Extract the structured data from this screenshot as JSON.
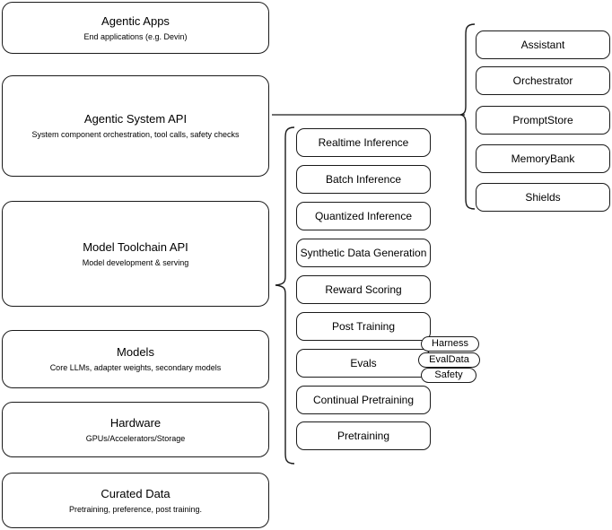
{
  "diagram": {
    "title": "Agentic AI stack architecture diagram",
    "stroke_color": "#1a1a1a",
    "background_color": "#ffffff"
  },
  "left_stack": {
    "name": "stack-layers",
    "layers": [
      {
        "id": "agentic-apps",
        "title": "Agentic Apps",
        "subtitle": "End applications (e.g. Devin)"
      },
      {
        "id": "agentic-system-api",
        "title": "Agentic System API",
        "subtitle": "System component orchestration, tool calls, safety checks"
      },
      {
        "id": "model-toolchain-api",
        "title": "Model Toolchain API",
        "subtitle": "Model development & serving"
      },
      {
        "id": "models",
        "title": "Models",
        "subtitle": "Core LLMs, adapter weights, secondary models"
      },
      {
        "id": "hardware",
        "title": "Hardware",
        "subtitle": "GPUs/Accelerators/Storage"
      },
      {
        "id": "curated-data",
        "title": "Curated Data",
        "subtitle": "Pretraining, preference, post training."
      }
    ]
  },
  "middle_column": {
    "name": "model-toolchain-capabilities",
    "items": [
      {
        "id": "realtime-inference",
        "label": "Realtime Inference"
      },
      {
        "id": "batch-inference",
        "label": "Batch Inference"
      },
      {
        "id": "quantized-inference",
        "label": "Quantized Inference"
      },
      {
        "id": "synthetic-data-generation",
        "label": "Synthetic Data Generation"
      },
      {
        "id": "reward-scoring",
        "label": "Reward Scoring"
      },
      {
        "id": "post-training",
        "label": "Post Training"
      },
      {
        "id": "evals",
        "label": "Evals"
      },
      {
        "id": "continual-pretraining",
        "label": "Continual Pretraining"
      },
      {
        "id": "pretraining",
        "label": "Pretraining"
      }
    ]
  },
  "right_column": {
    "name": "agentic-system-components",
    "items": [
      {
        "id": "assistant",
        "label": "Assistant"
      },
      {
        "id": "orchestrator",
        "label": "Orchestrator"
      },
      {
        "id": "promptstore",
        "label": "PromptStore"
      },
      {
        "id": "memorybank",
        "label": "MemoryBank"
      },
      {
        "id": "shields",
        "label": "Shields"
      }
    ]
  },
  "evals_tags": {
    "name": "evals-subtags",
    "items": [
      {
        "id": "harness",
        "label": "Harness"
      },
      {
        "id": "evaldata",
        "label": "EvalData"
      },
      {
        "id": "safety",
        "label": "Safety"
      }
    ]
  }
}
